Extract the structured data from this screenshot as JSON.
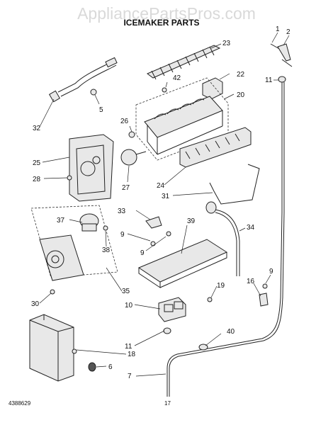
{
  "watermark": "AppliancePartsPros.com",
  "title": "ICEMAKER PARTS",
  "footer": {
    "doc_number": "4388629",
    "page_number": "17"
  },
  "callouts": {
    "c1": "1",
    "c2": "2",
    "c5": "5",
    "c6": "6",
    "c7": "7",
    "c9a": "9",
    "c9b": "9",
    "c9c": "9",
    "c10": "10",
    "c11a": "11",
    "c11b": "11",
    "c16": "16",
    "c18": "18",
    "c19": "19",
    "c20": "20",
    "c22": "22",
    "c23": "23",
    "c24": "24",
    "c25": "25",
    "c26": "26",
    "c27": "27",
    "c28": "28",
    "c30": "30",
    "c31": "31",
    "c32": "32",
    "c33": "33",
    "c34": "34",
    "c35": "35",
    "c37": "37",
    "c38": "38",
    "c39": "39",
    "c40": "40",
    "c42": "42"
  }
}
